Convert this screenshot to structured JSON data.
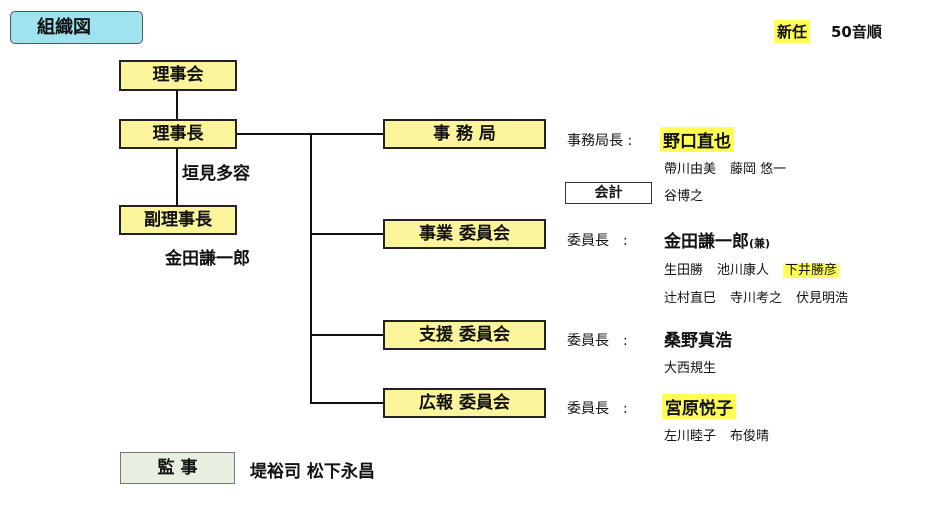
{
  "title": "組織図",
  "legend": {
    "new_label": "新任",
    "order_label": "50音順"
  },
  "board": {
    "council": "理事会",
    "chair": "理事長",
    "chair_name": "垣見多容",
    "vice_chair": "副理事長",
    "vice_chair_name": "金田謙一郎",
    "auditor": "監 事",
    "auditor_names": "堤裕司 松下永昌"
  },
  "secretariat": {
    "label": "事 務 局",
    "head_role": "事務局長",
    "head_name": "野口直也",
    "head_new": true,
    "members": [
      "帶川由美",
      "藤岡 悠一"
    ],
    "accounting_label": "会計",
    "accounting_name": "谷博之"
  },
  "committees": [
    {
      "label": "事業 委員会",
      "head_role": "委員長",
      "head_name": "金田謙一郎",
      "concurrent": "(兼)",
      "rows": [
        [
          "生田勝",
          "池川康人",
          "下井勝彦"
        ],
        [
          "辻村直巳",
          "寺川考之",
          "伏見明浩"
        ]
      ],
      "new_members": [
        "下井勝彦"
      ]
    },
    {
      "label": "支援 委員会",
      "head_role": "委員長",
      "head_name": "桑野真浩",
      "rows": [
        [
          "大西規生"
        ]
      ]
    },
    {
      "label": "広報 委員会",
      "head_role": "委員長",
      "head_name": "宮原悦子",
      "head_new": true,
      "rows": [
        [
          "左川睦子",
          "布俊晴"
        ]
      ]
    }
  ],
  "colors": {
    "title_bg": "#9ee3ee",
    "box_bg": "#fdf59b",
    "auditor_bg": "#e6efe0",
    "highlight": "#ffff55"
  }
}
